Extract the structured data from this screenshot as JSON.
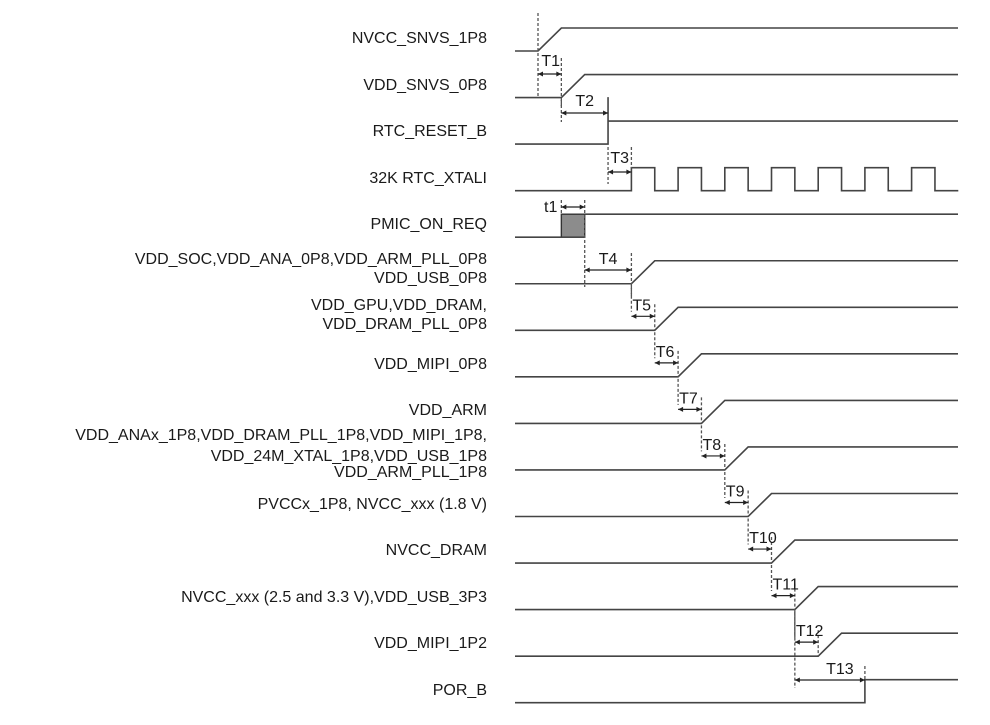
{
  "chart_data": {
    "type": "timing",
    "title": "",
    "time_unit": "step",
    "signals": [
      {
        "name": "NVCC_SNVS_1P8",
        "lines": [
          "NVCC_SNVS_1P8"
        ],
        "kind": "ramp",
        "start": 1.0
      },
      {
        "name": "VDD_SNVS_0P8",
        "lines": [
          "VDD_SNVS_0P8"
        ],
        "kind": "ramp",
        "start": 2.0
      },
      {
        "name": "RTC_RESET_B",
        "lines": [
          "RTC_RESET_B"
        ],
        "kind": "step",
        "start": 4.0
      },
      {
        "name": "32K RTC_XTALI",
        "lines": [
          "32K RTC_XTALI"
        ],
        "kind": "clock",
        "start": 5.0,
        "period_steps": 2.0
      },
      {
        "name": "PMIC_ON_REQ",
        "lines": [
          "PMIC_ON_REQ"
        ],
        "kind": "pulse_then_high",
        "start": 2.0,
        "end": 3.0
      },
      {
        "name": "VDD_SOC,VDD_ANA_0P8,VDD_ARM_PLL_0P8 VDD_USB_0P8",
        "lines": [
          "VDD_SOC,VDD_ANA_0P8,VDD_ARM_PLL_0P8",
          "VDD_USB_0P8"
        ],
        "kind": "ramp",
        "start": 5.0
      },
      {
        "name": "VDD_GPU,VDD_DRAM, VDD_DRAM_PLL_0P8",
        "lines": [
          "VDD_GPU,VDD_DRAM,",
          "VDD_DRAM_PLL_0P8"
        ],
        "kind": "ramp",
        "start": 6.0
      },
      {
        "name": "VDD_MIPI_0P8",
        "lines": [
          "VDD_MIPI_0P8"
        ],
        "kind": "ramp",
        "start": 7.0
      },
      {
        "name": "VDD_ARM",
        "lines": [
          "VDD_ARM"
        ],
        "kind": "ramp",
        "start": 8.0
      },
      {
        "name": "VDD_ANAx_1P8,VDD_DRAM_PLL_1P8,VDD_MIPI_1P8, VDD_24M_XTAL_1P8,VDD_USB_1P8 VDD_ARM_PLL_1P8",
        "lines": [
          "VDD_ANAx_1P8,VDD_DRAM_PLL_1P8,VDD_MIPI_1P8,",
          "VDD_24M_XTAL_1P8,VDD_USB_1P8",
          "VDD_ARM_PLL_1P8"
        ],
        "kind": "ramp",
        "start": 9.0
      },
      {
        "name": "PVCCx_1P8, NVCC_xxx (1.8 V)",
        "lines": [
          "PVCCx_1P8, NVCC_xxx (1.8 V)"
        ],
        "kind": "ramp",
        "start": 10.0
      },
      {
        "name": "NVCC_DRAM",
        "lines": [
          "NVCC_DRAM"
        ],
        "kind": "ramp",
        "start": 11.0
      },
      {
        "name": "NVCC_xxx (2.5 and 3.3 V),VDD_USB_3P3",
        "lines": [
          "NVCC_xxx (2.5 and 3.3 V),VDD_USB_3P3"
        ],
        "kind": "ramp",
        "start": 12.0
      },
      {
        "name": "VDD_MIPI_1P2",
        "lines": [
          "VDD_MIPI_1P2"
        ],
        "kind": "ramp",
        "start": 13.0
      },
      {
        "name": "POR_B",
        "lines": [
          "POR_B"
        ],
        "kind": "step",
        "start": 15.0
      }
    ],
    "intervals": [
      {
        "label": "T1",
        "from": 1.0,
        "to": 2.0,
        "row": 1
      },
      {
        "label": "T2",
        "from": 2.0,
        "to": 4.0,
        "row": 2
      },
      {
        "label": "T3",
        "from": 4.0,
        "to": 5.0,
        "row": 3
      },
      {
        "label": "t1",
        "from": 2.0,
        "to": 3.0,
        "row": 4
      },
      {
        "label": "T4",
        "from": 3.0,
        "to": 5.0,
        "row": 5
      },
      {
        "label": "T5",
        "from": 5.0,
        "to": 6.0,
        "row": 6
      },
      {
        "label": "T6",
        "from": 6.0,
        "to": 7.0,
        "row": 7
      },
      {
        "label": "T7",
        "from": 7.0,
        "to": 8.0,
        "row": 8
      },
      {
        "label": "T8",
        "from": 8.0,
        "to": 9.0,
        "row": 9
      },
      {
        "label": "T9",
        "from": 9.0,
        "to": 10.0,
        "row": 10
      },
      {
        "label": "T10",
        "from": 10.0,
        "to": 11.0,
        "row": 11
      },
      {
        "label": "T11",
        "from": 11.0,
        "to": 12.0,
        "row": 12
      },
      {
        "label": "T12",
        "from": 12.0,
        "to": 13.0,
        "row": 13
      },
      {
        "label": "T13",
        "from": 12.0,
        "to": 15.0,
        "row": 14
      }
    ],
    "colors": {
      "line": "#444444",
      "pulse_fill": "#8c8c8c",
      "text": "#1a1a1a"
    }
  }
}
